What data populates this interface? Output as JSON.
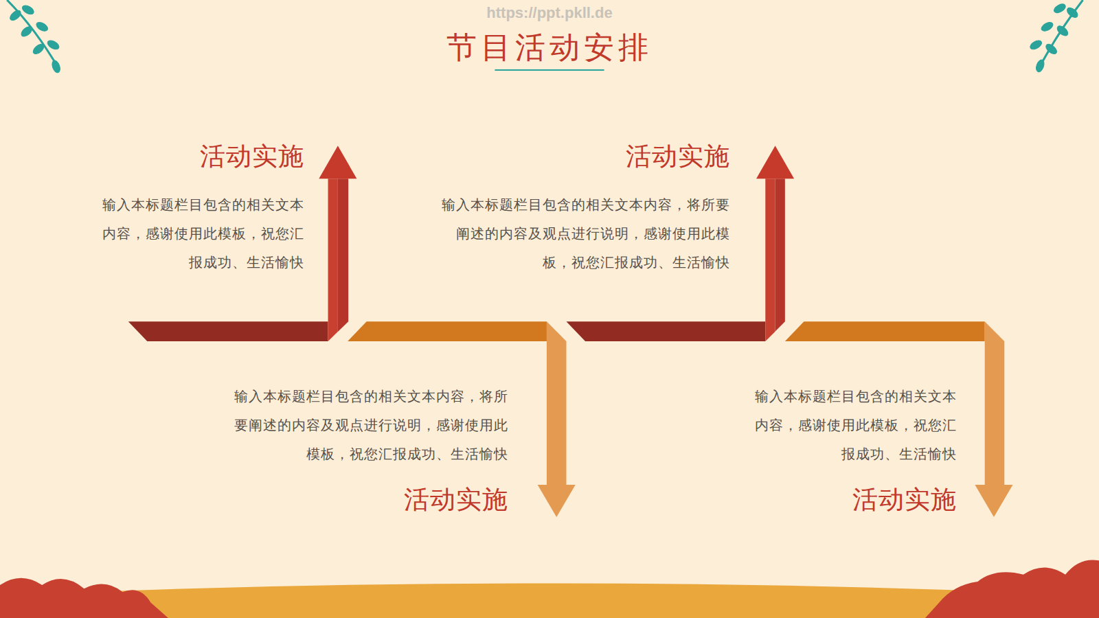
{
  "diagram": {
    "title": "节目活动安排",
    "nodes": [
      {
        "text": [
          "活动实施",
          "输入本标题栏目包含的相关文本内容，感谢使用此模板，祝您汇报成功、生活愉快"
        ]
      },
      {
        "text": [
          "活动实施",
          "输入本标题栏目包含的相关文本内容，将所要阐述的内容及观点进行说明，感谢使用此模板，祝您汇报成功、生活愉快"
        ]
      },
      {
        "text": [
          "活动实施",
          "输入本标题栏目包含的相关文本内容，将所要阐述的内容及观点进行说明，感谢使用此模板，祝您汇报成功、生活愉快"
        ]
      },
      {
        "text": [
          "活动实施",
          "输入本标题栏目包含的相关文本内容，感谢使用此模板，祝您汇报成功、生活愉快"
        ]
      }
    ],
    "labels": [
      "https://ppt.pkll.de"
    ]
  }
}
